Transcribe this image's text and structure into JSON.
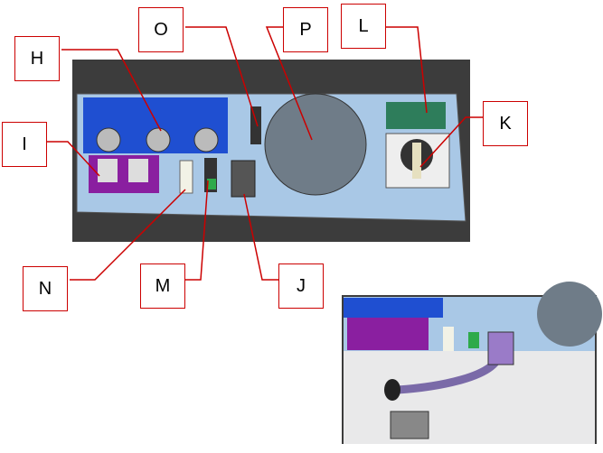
{
  "labels": {
    "O": "O",
    "P": "P",
    "L": "L",
    "H": "H",
    "K": "K",
    "I": "I",
    "N": "N",
    "M": "M",
    "J": "J"
  },
  "colors": {
    "callout": "#cc0000",
    "panel": "#a9c8e6",
    "cover": "#1f4fd1",
    "purple": "#8a1fa0",
    "fan": "#6f7c88",
    "green": "#2e7d5b",
    "housing": "#4a4a4a"
  }
}
